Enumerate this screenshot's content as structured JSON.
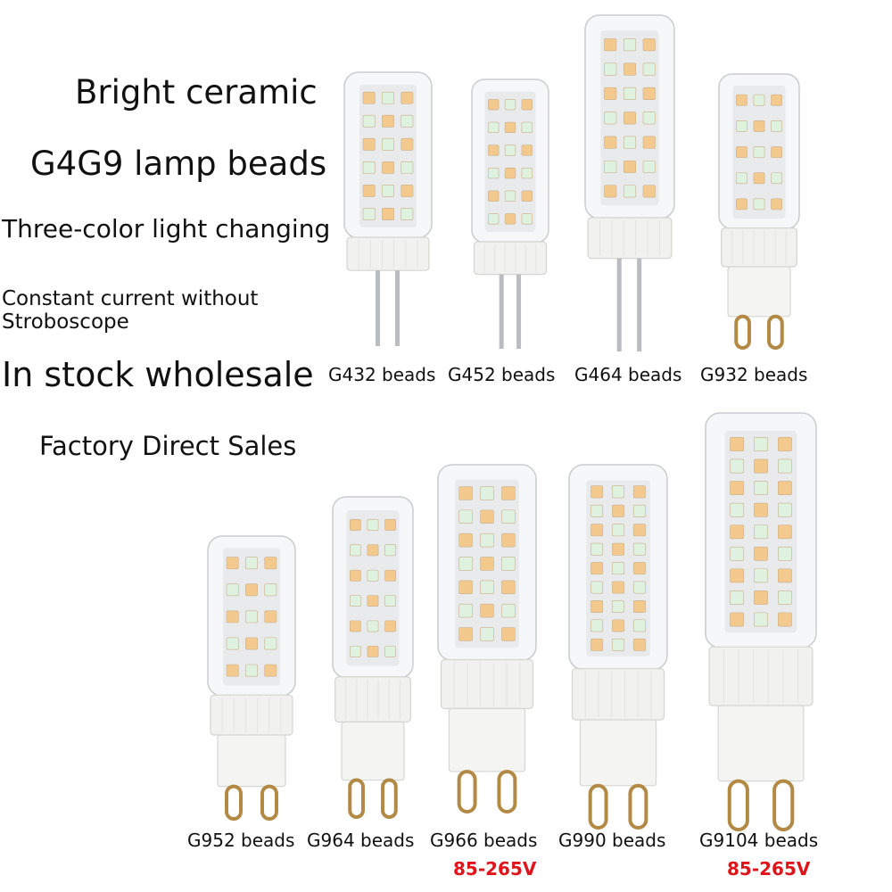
{
  "headline": {
    "line1": "Bright ceramic",
    "line2": "G4G9 lamp beads",
    "line3": "Three-color light changing",
    "line4": "Constant current without Stroboscope",
    "line5": "In stock wholesale",
    "line6": "Factory Direct Sales"
  },
  "top_row": [
    {
      "label": "G432 beads"
    },
    {
      "label": "G452 beads"
    },
    {
      "label": "G464 beads"
    },
    {
      "label": "G932 beads"
    }
  ],
  "bottom_row": [
    {
      "label": "G952 beads"
    },
    {
      "label": "G964 beads"
    },
    {
      "label": "G966 beads",
      "voltage": "85-265V"
    },
    {
      "label": "G990 beads"
    },
    {
      "label": "G9104 beads",
      "voltage": "85-265V"
    }
  ],
  "colors": {
    "voltage": "#e0141b",
    "warm_led": "#f3c98e",
    "cool_led": "#dff1df",
    "ceramic": "#f1f1ef"
  }
}
